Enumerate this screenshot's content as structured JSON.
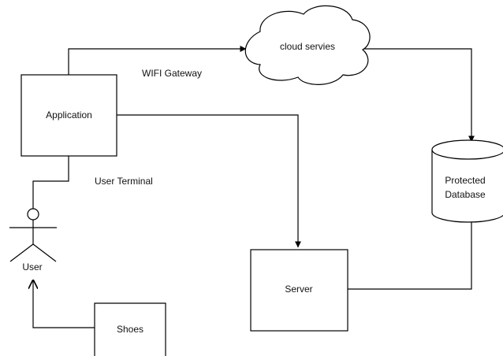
{
  "nodes": {
    "application": "Application",
    "cloud": "cloud servies",
    "database": {
      "line1": "Protected",
      "line2": "Database"
    },
    "server": "Server",
    "user": "User",
    "shoes": "Shoes"
  },
  "edge_labels": {
    "wifi_gateway": "WIFI Gateway",
    "user_terminal": "User Terminal"
  },
  "colors": {
    "stroke": "#000000",
    "text": "#111111",
    "background": "#ffffff"
  }
}
